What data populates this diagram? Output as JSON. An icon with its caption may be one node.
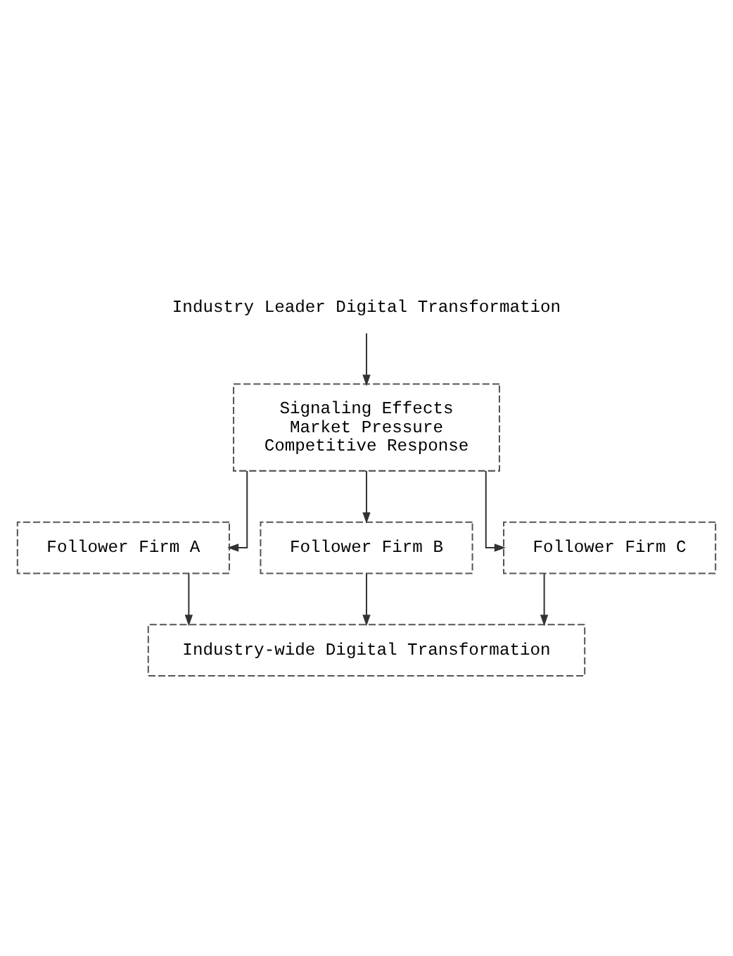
{
  "diagram": {
    "nodes": [
      {
        "text": [
          "Industry Leader Digital Transformation"
        ]
      },
      {
        "text": [
          "Signaling Effects",
          "Market Pressure",
          "Competitive Response"
        ]
      },
      {
        "text": [
          "Follower Firm A"
        ]
      },
      {
        "text": [
          "Follower Firm B"
        ]
      },
      {
        "text": [
          "Follower Firm C"
        ]
      },
      {
        "text": [
          "Industry-wide Digital Transformation"
        ]
      }
    ],
    "edges": [
      {
        "from": 0,
        "to": 1,
        "arrow": "to"
      },
      {
        "from": 1,
        "to": 2,
        "arrow": "to"
      },
      {
        "from": 1,
        "to": 3,
        "arrow": "to"
      },
      {
        "from": 1,
        "to": 4,
        "arrow": "to"
      },
      {
        "from": 2,
        "to": 5,
        "arrow": "to"
      },
      {
        "from": 3,
        "to": 5,
        "arrow": "to"
      },
      {
        "from": 4,
        "to": 5,
        "arrow": "to"
      }
    ]
  }
}
